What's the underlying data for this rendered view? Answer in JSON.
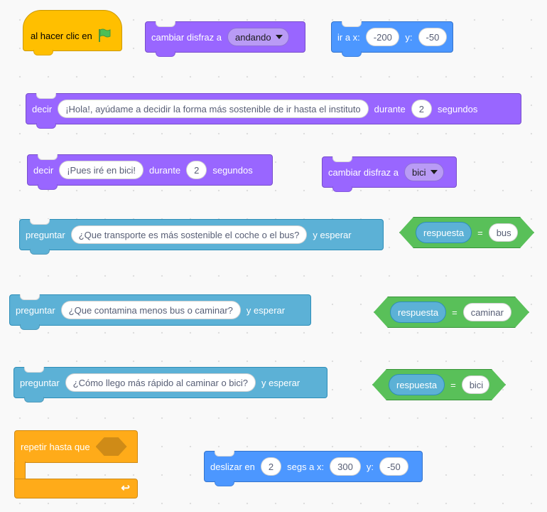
{
  "colors": {
    "looks": "#9966ff",
    "motion": "#4c97ff",
    "sensing": "#5cb1d6",
    "events": "#ffbf00",
    "control": "#ffab19",
    "operators": "#59c059",
    "flag": "#4cbf56"
  },
  "blocks": {
    "when_flag": {
      "label": "al hacer clic en",
      "icon": "green-flag-icon"
    },
    "switch_costume_1": {
      "label": "cambiar disfraz a",
      "value": "andando"
    },
    "goto_xy": {
      "label": "ir a x:",
      "x": "-200",
      "y_label": "y:",
      "y": "-50"
    },
    "say_1": {
      "label": "decir",
      "message": "¡Hola!, ayúdame a decidir la forma más sostenible de ir hasta el instituto",
      "mid_label": "durante",
      "secs": "2",
      "end_label": "segundos"
    },
    "say_2": {
      "label": "decir",
      "message": "¡Pues iré en bici!",
      "mid_label": "durante",
      "secs": "2",
      "end_label": "segundos"
    },
    "switch_costume_2": {
      "label": "cambiar disfraz a",
      "value": "bici"
    },
    "ask_1": {
      "label": "preguntar",
      "question": "¿Que transporte es más sostenible el coche o el bus?",
      "end_label": "y esperar"
    },
    "equals_1": {
      "reporter": "respuesta",
      "op": "=",
      "value": "bus"
    },
    "ask_2": {
      "label": "preguntar",
      "question": "¿Que contamina menos bus o caminar?",
      "end_label": "y esperar"
    },
    "equals_2": {
      "reporter": "respuesta",
      "op": "=",
      "value": "caminar"
    },
    "ask_3": {
      "label": "preguntar",
      "question": "¿Cómo llego más rápido al caminar o bici?",
      "end_label": "y esperar"
    },
    "equals_3": {
      "reporter": "respuesta",
      "op": "=",
      "value": "bici"
    },
    "repeat_until": {
      "label": "repetir hasta que",
      "icon": "loop-arrow-icon"
    },
    "glide": {
      "label": "deslizar en",
      "secs": "2",
      "mid_label": "segs a x:",
      "x": "300",
      "y_label": "y:",
      "y": "-50"
    }
  }
}
